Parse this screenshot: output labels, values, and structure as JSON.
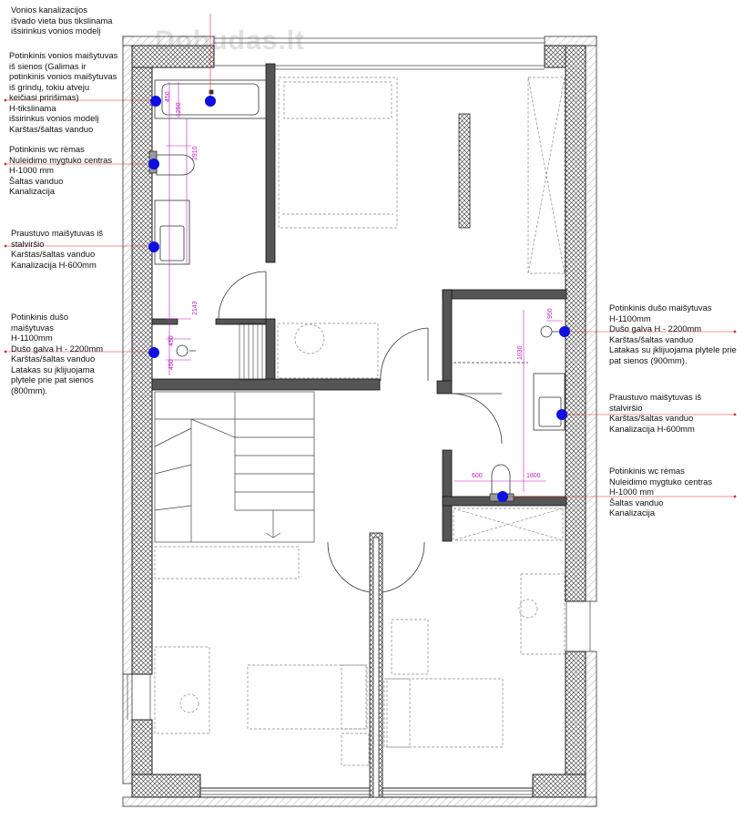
{
  "watermark": "Dobudas.lt",
  "notes": {
    "bath_drain": [
      "Vonios kanalizacijos",
      "išvado vieta bus tikslinama",
      "išsirinkus vonios modelį"
    ],
    "bath_mixer": [
      "Potinkinis vonios maišytuvas",
      "iš sienos (Galimas ir",
      "potinkinis vonios maišytuvas",
      "iš grindų, tokiu atveju",
      "keičiasi pririšimas)",
      "H-tikslinama",
      "išsirinkus vonios modelį",
      "Karštas/šaltas vanduo"
    ],
    "wc_left": [
      "Potinkinis wc rėmas",
      "Nuleidimo mygtuko centras",
      "H-1000 mm",
      "Šaltas vanduo",
      "Kanalizacija"
    ],
    "sink_left": [
      "Praustuvo maišytuvas iš",
      "stalviršio",
      "Karštas/šaltas vanduo",
      "Kanalizacija H-600mm"
    ],
    "shower_left": [
      "Potinkinis dušo",
      "maišytuvas",
      "H-1100mm",
      "Dušo galva H - 2200mm",
      "Karštas/šaltas vanduo",
      "Latakas su įklijuojama",
      "plytele prie pat sienos",
      "(800mm)."
    ],
    "shower_right": [
      "Potinkinis dušo maišytuvas",
      "H-1100mm",
      "Dušo galva H - 2200mm",
      "Karštas/šaltas vanduo",
      "Latakas su įklijuojama plytele prie pat sienos (900mm)."
    ],
    "sink_right": [
      "Praustuvo maišytuvas iš",
      "stalviršio",
      "Karštas/šaltas vanduo",
      "Kanalizacija H-600mm"
    ],
    "wc_right": [
      "Potinkinis wc rėmas",
      "Nuleidimo mygtuko centras",
      "H-1000 mm",
      "Šaltas vanduo",
      "Kanalizacija"
    ]
  },
  "dimensions": {
    "d450": "450",
    "d1250": "1250",
    "d2910": "2910",
    "d2143": "2143",
    "d450b": "450",
    "d450c": "450",
    "d950": "950",
    "d1030": "1030",
    "d600": "600",
    "d1800": "1800"
  },
  "colors": {
    "wall": "#222222",
    "marker": "#1010e0",
    "leader": "#e03030",
    "dimension": "#c020c0"
  }
}
